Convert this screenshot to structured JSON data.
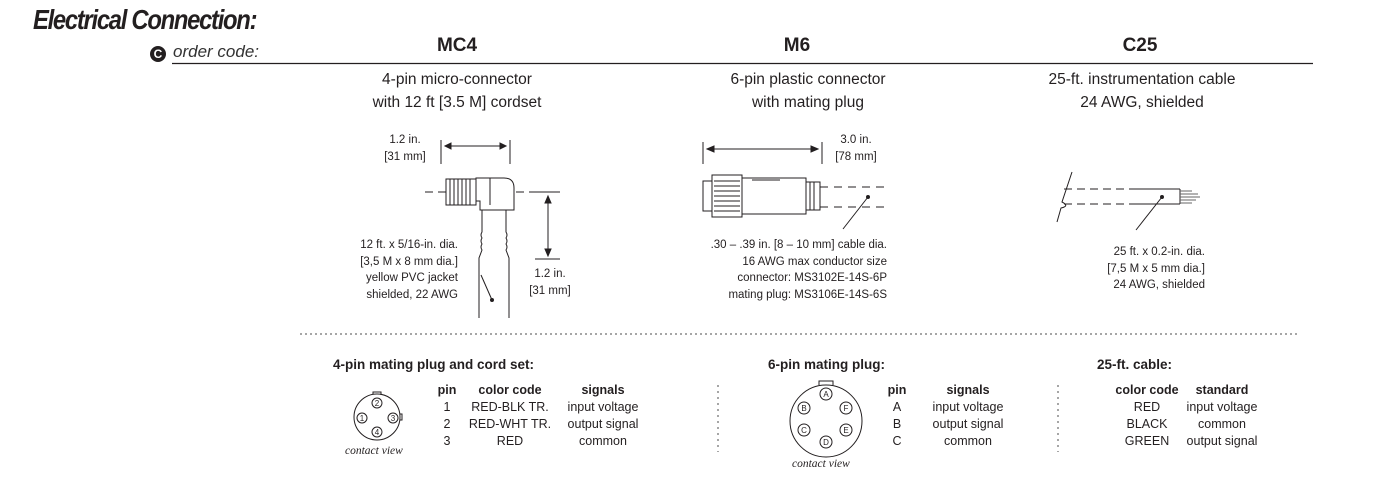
{
  "header": {
    "title": "Electrical Connection:",
    "order_badge": "C",
    "order_label": "order code:"
  },
  "options": [
    {
      "code": "MC4",
      "desc": [
        "4-pin micro-connector",
        "with 12 ft [3.5 M] cordset"
      ],
      "dim_top": [
        "1.2 in.",
        "[31 mm]"
      ],
      "dim_side": [
        "1.2 in.",
        "[31 mm]"
      ],
      "notes": [
        "12 ft. x 5/16-in. dia.",
        "[3,5 M x 8 mm dia.]",
        "yellow PVC jacket",
        "shielded, 22 AWG"
      ]
    },
    {
      "code": "M6",
      "desc": [
        "6-pin plastic connector",
        "with mating plug"
      ],
      "dim_top": [
        "3.0 in.",
        "[78 mm]"
      ],
      "notes": [
        ".30 – .39 in. [8 – 10 mm] cable dia.",
        "16 AWG max conductor size",
        "connector: MS3102E-14S-6P",
        "mating plug: MS3106E-14S-6S"
      ]
    },
    {
      "code": "C25",
      "desc": [
        "25-ft. instrumentation cable",
        "24 AWG, shielded"
      ],
      "notes": [
        "25 ft. x 0.2-in. dia.",
        "[7,5 M x 5 mm dia.]",
        "24 AWG, shielded"
      ]
    }
  ],
  "tables": {
    "mc4": {
      "heading": "4-pin mating plug and cord set:",
      "contact_view": "contact view",
      "pins": [
        "1",
        "2",
        "3",
        "4"
      ],
      "columns": [
        "pin",
        "color code",
        "signals"
      ],
      "rows": [
        [
          "1",
          "RED-BLK TR.",
          "input voltage"
        ],
        [
          "2",
          "RED-WHT TR.",
          "output signal"
        ],
        [
          "3",
          "RED",
          "common"
        ]
      ]
    },
    "m6": {
      "heading": "6-pin mating plug:",
      "contact_view": "contact view",
      "pins": [
        "A",
        "B",
        "C",
        "D",
        "E",
        "F"
      ],
      "columns": [
        "pin",
        "signals"
      ],
      "rows": [
        [
          "A",
          "input voltage"
        ],
        [
          "B",
          "output signal"
        ],
        [
          "C",
          "common"
        ]
      ]
    },
    "c25": {
      "heading": "25-ft. cable:",
      "columns": [
        "color code",
        "standard"
      ],
      "rows": [
        [
          "RED",
          "input voltage"
        ],
        [
          "BLACK",
          "common"
        ],
        [
          "GREEN",
          "output signal"
        ]
      ]
    }
  }
}
